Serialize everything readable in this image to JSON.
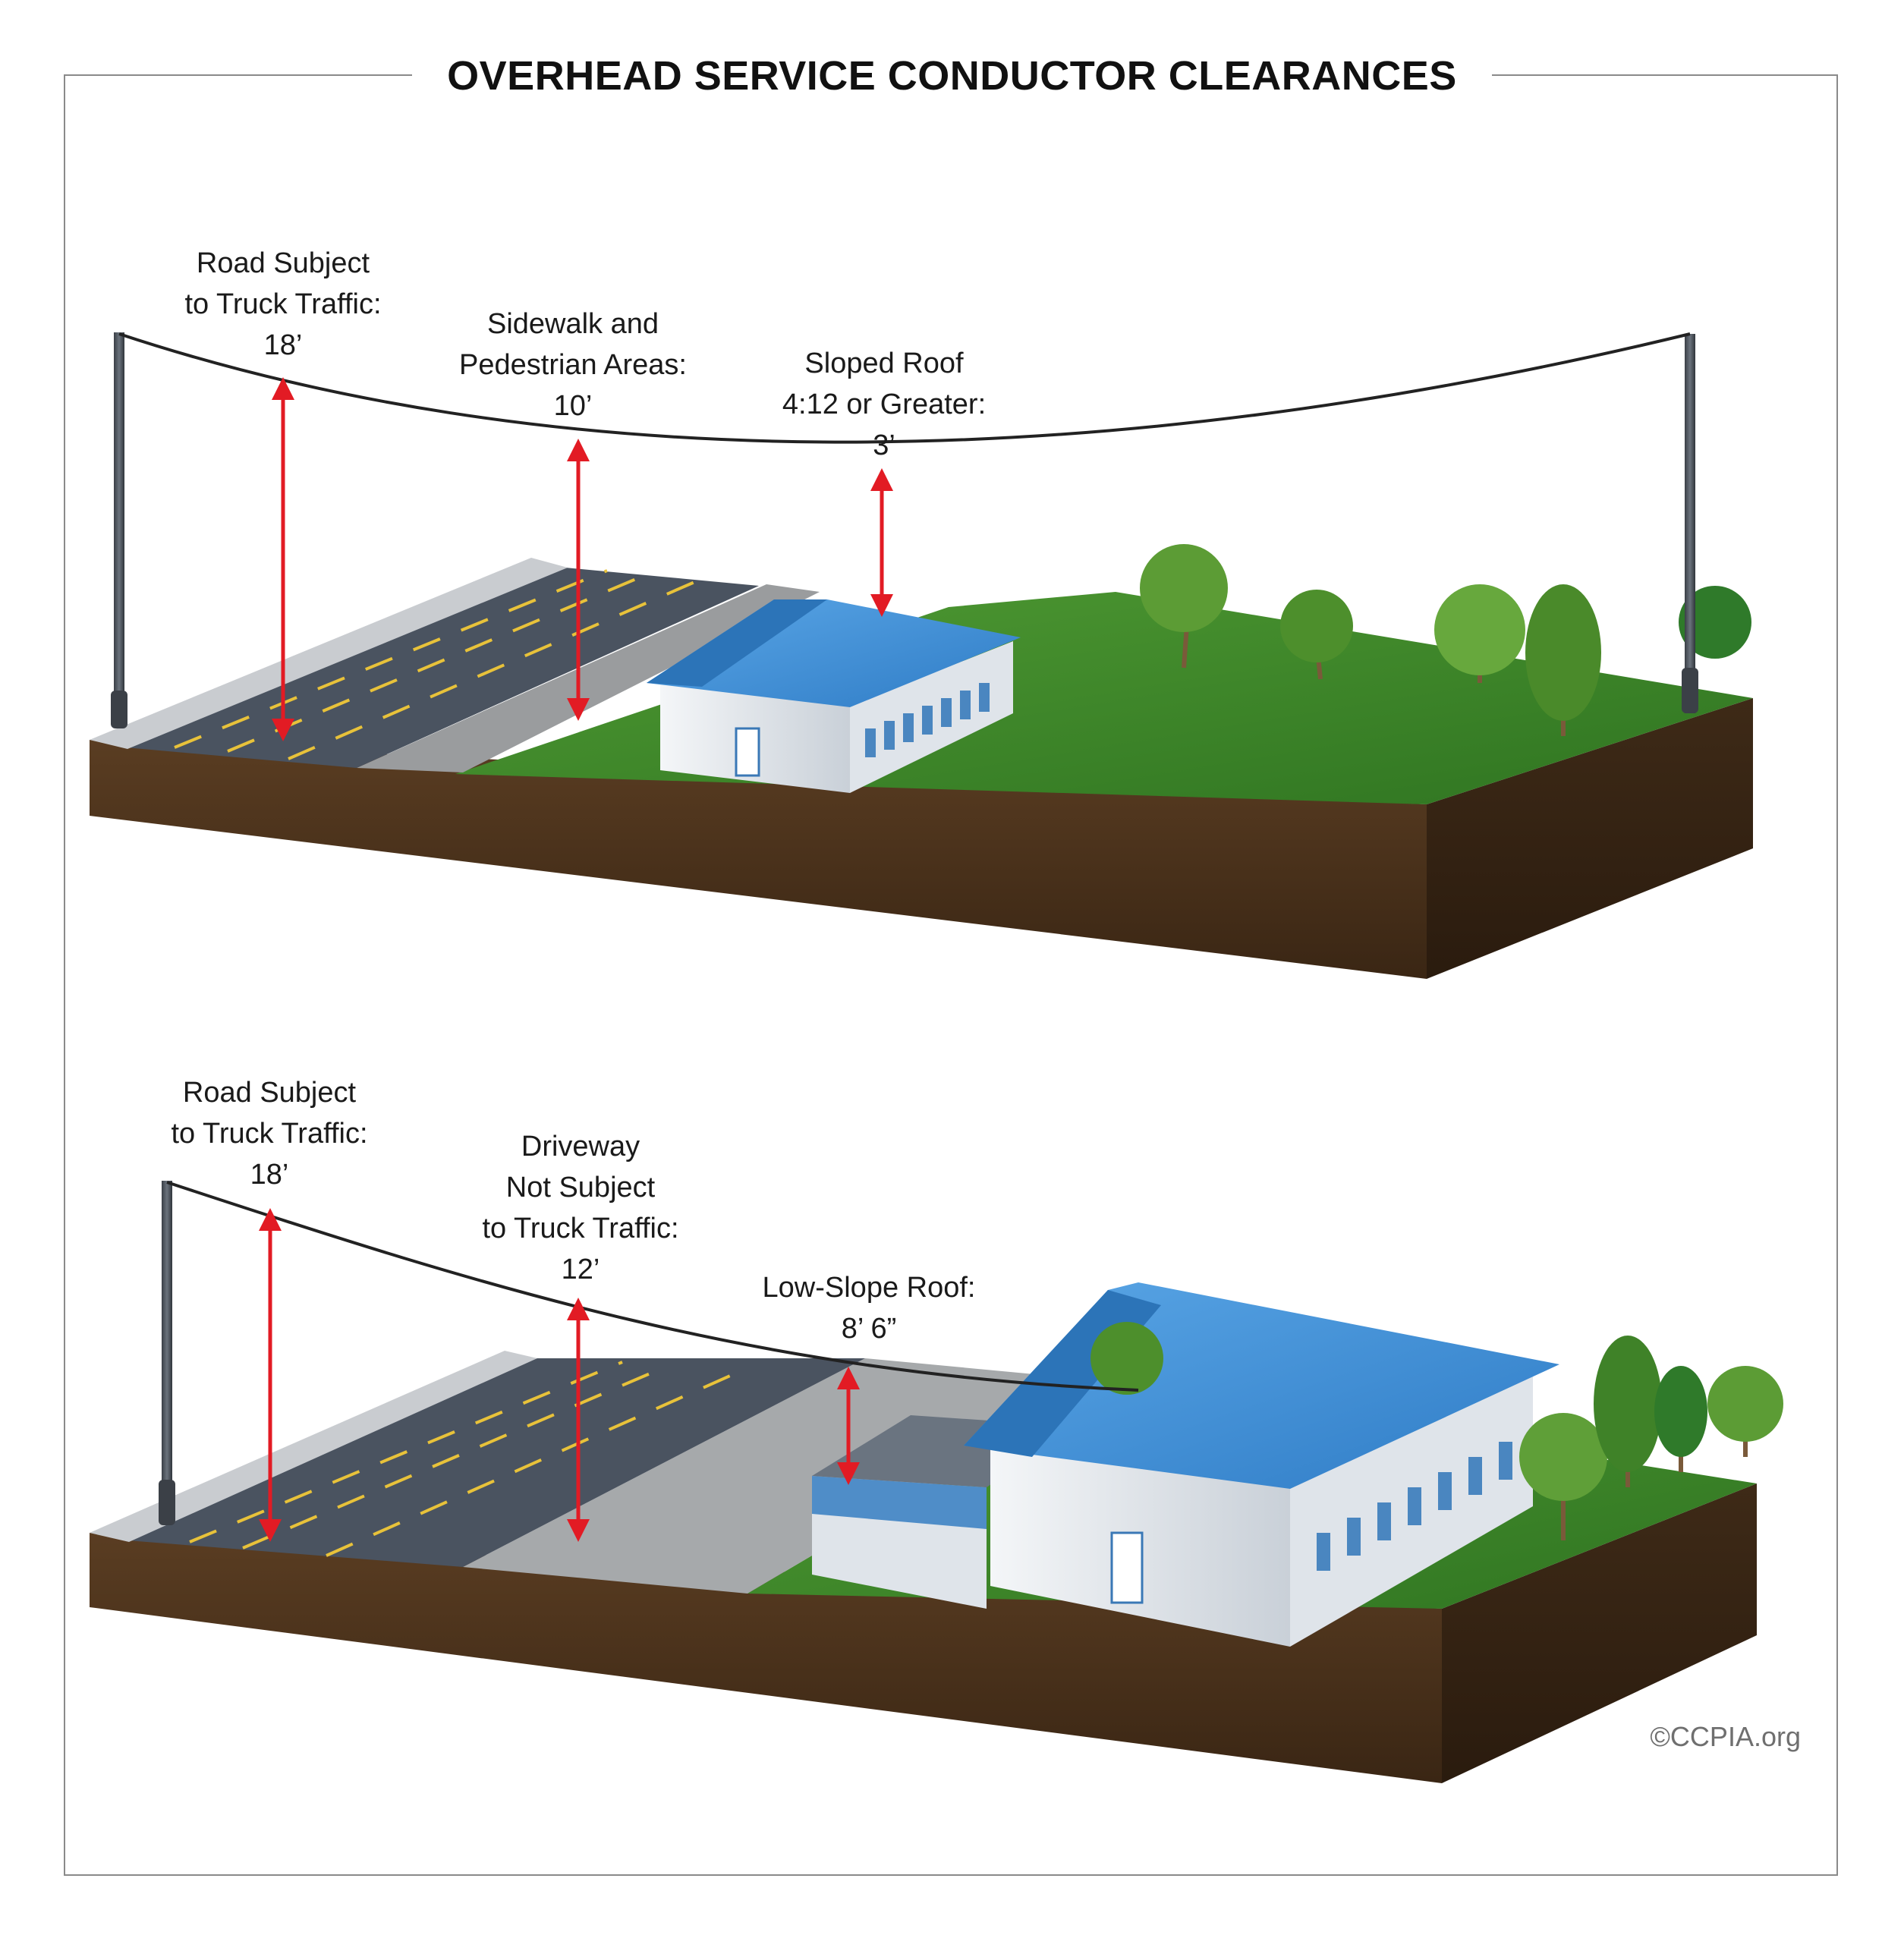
{
  "title": "OVERHEAD SERVICE CONDUCTOR CLEARANCES",
  "copyright": "©CCPIA.org",
  "colors": {
    "arrow": "#e21b24",
    "roof": "#3f8fd6",
    "grass": "#3f8a2a",
    "soil": "#4a321c",
    "asphalt": "#4a5360",
    "lane_marking": "#e8c23a",
    "wire": "#222222"
  },
  "top_scene": {
    "labels": [
      {
        "lines": [
          "Road Subject",
          "to Truck Traffic:",
          "18’"
        ]
      },
      {
        "lines": [
          "Sidewalk and",
          "Pedestrian Areas:",
          "10’"
        ]
      },
      {
        "lines": [
          "Sloped Roof",
          "4:12 or Greater:",
          "3’"
        ]
      }
    ]
  },
  "bottom_scene": {
    "labels": [
      {
        "lines": [
          "Road Subject",
          "to Truck Traffic:",
          "18’"
        ]
      },
      {
        "lines": [
          "Driveway",
          "Not Subject",
          "to Truck Traffic:",
          "12’"
        ]
      },
      {
        "lines": [
          "Low-Slope Roof:",
          "8’ 6”"
        ]
      }
    ]
  }
}
